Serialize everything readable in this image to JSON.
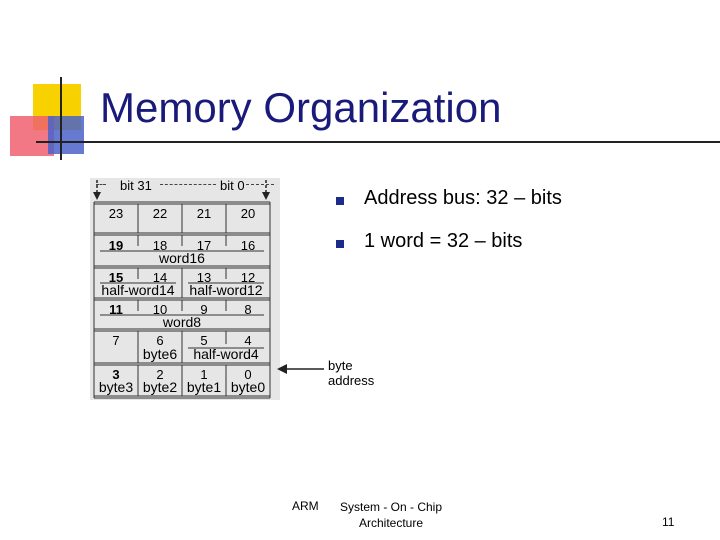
{
  "slide": {
    "title": "Memory Organization",
    "bullets": [
      "Address bus: 32 – bits",
      "1 word = 32 – bits"
    ]
  },
  "diagram": {
    "header_left": "bit 31",
    "header_right": "bit 0",
    "rows": [
      {
        "cells": [
          "23",
          "22",
          "21",
          "20"
        ],
        "labels": []
      },
      {
        "cells": [
          "19",
          "18",
          "17",
          "16"
        ],
        "labels": [
          "word16"
        ]
      },
      {
        "cells": [
          "15",
          "14",
          "13",
          "12"
        ],
        "labels": [
          "half-word14",
          "half-word12"
        ]
      },
      {
        "cells": [
          "11",
          "10",
          "9",
          "8"
        ],
        "labels": [
          "word8"
        ]
      },
      {
        "cells": [
          "7",
          "6",
          "5",
          "4"
        ],
        "labels": [
          "byte6",
          "half-word4"
        ]
      },
      {
        "cells": [
          "3",
          "2",
          "1",
          "0"
        ],
        "labels": [
          "byte3",
          "byte2",
          "byte1",
          "byte0"
        ]
      }
    ],
    "arrow_label_line1": "byte",
    "arrow_label_line2": "address"
  },
  "footer": {
    "left": "ARM",
    "center_line1": "System - On - Chip",
    "center_line2": "Architecture",
    "page_number": "11"
  }
}
